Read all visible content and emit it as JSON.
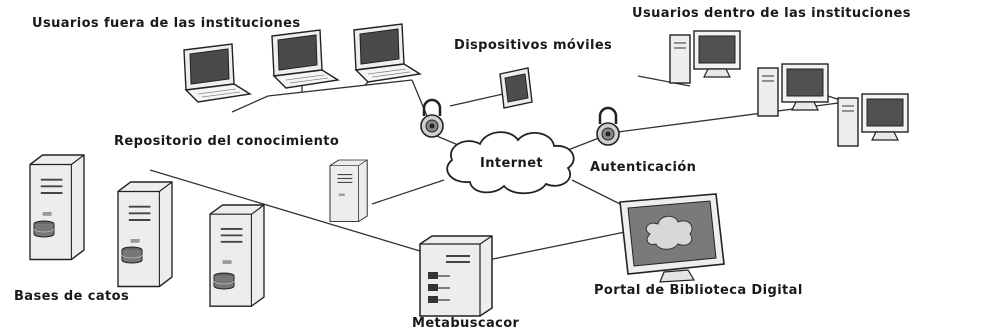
{
  "labels": {
    "users_outside": "Usuarios fuera de las instituciones",
    "users_inside": "Usuarios dentro de las instituciones",
    "mobile_devices": "Dispositivos móviles",
    "knowledge_repository": "Repositorio del conocimiento",
    "internet": "Internet",
    "authentication": "Autenticación",
    "databases": "Bases de catos",
    "digital_library_portal": "Portal de Biblioteca Digital",
    "metasearch": "Metabuscacor"
  },
  "colors": {
    "line": "#333333",
    "device_fill": "#f2f2f2",
    "screen_fill": "#555555",
    "text": "#1a1a1a"
  }
}
